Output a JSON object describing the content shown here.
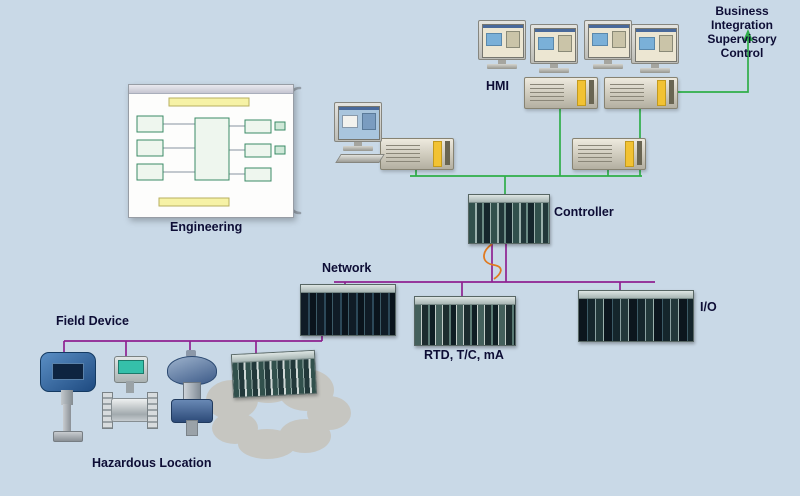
{
  "colors": {
    "background": "#c9d9e7",
    "green": "#2fae49",
    "purple": "#8e2191",
    "orange": "#e07a20",
    "cloud": "#c6c6c1",
    "label_text": "#0d0d35"
  },
  "labels": {
    "business_line1": "Business Integration",
    "business_line2": "Supervisory Control",
    "hmi": "HMI",
    "engineering": "Engineering",
    "controller": "Controller",
    "network": "Network",
    "io": "I/O",
    "rtd_tc_ma": "RTD, T/C, mA",
    "field_device": "Field Device",
    "hazardous_location": "Hazardous Location"
  }
}
